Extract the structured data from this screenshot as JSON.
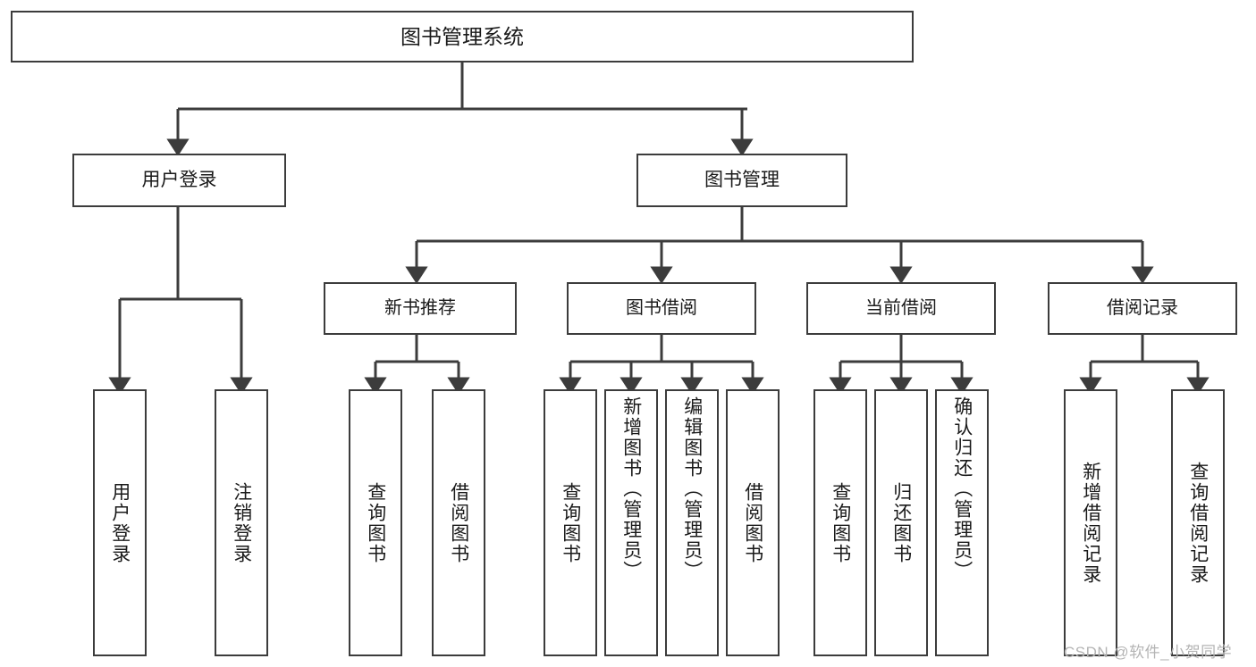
{
  "diagram": {
    "type": "tree-hierarchy",
    "title": "图书管理系统",
    "stroke_color": "#3c3c3c",
    "background_color": "#ffffff",
    "root": {
      "label": "图书管理系统"
    },
    "level1": [
      {
        "label": "用户登录"
      },
      {
        "label": "图书管理"
      }
    ],
    "level2": [
      {
        "label": "新书推荐"
      },
      {
        "label": "图书借阅"
      },
      {
        "label": "当前借阅"
      },
      {
        "label": "借阅记录"
      }
    ],
    "leaves": {
      "user_login": [
        {
          "label": "用户登录"
        },
        {
          "label": "注销登录"
        }
      ],
      "new_book_recommend": [
        {
          "label": "查询图书"
        },
        {
          "label": "借阅图书"
        }
      ],
      "book_borrow": [
        {
          "label": "查询图书"
        },
        {
          "label": "新增图书（管理员）"
        },
        {
          "label": "编辑图书（管理员）"
        },
        {
          "label": "借阅图书"
        }
      ],
      "current_borrow": [
        {
          "label": "查询图书"
        },
        {
          "label": "归还图书"
        },
        {
          "label": "确认归还（管理员）"
        }
      ],
      "borrow_record": [
        {
          "label": "新增借阅记录"
        },
        {
          "label": "查询借阅记录"
        }
      ]
    }
  },
  "watermark": {
    "text": "CSDN @软件_小贺同学"
  }
}
